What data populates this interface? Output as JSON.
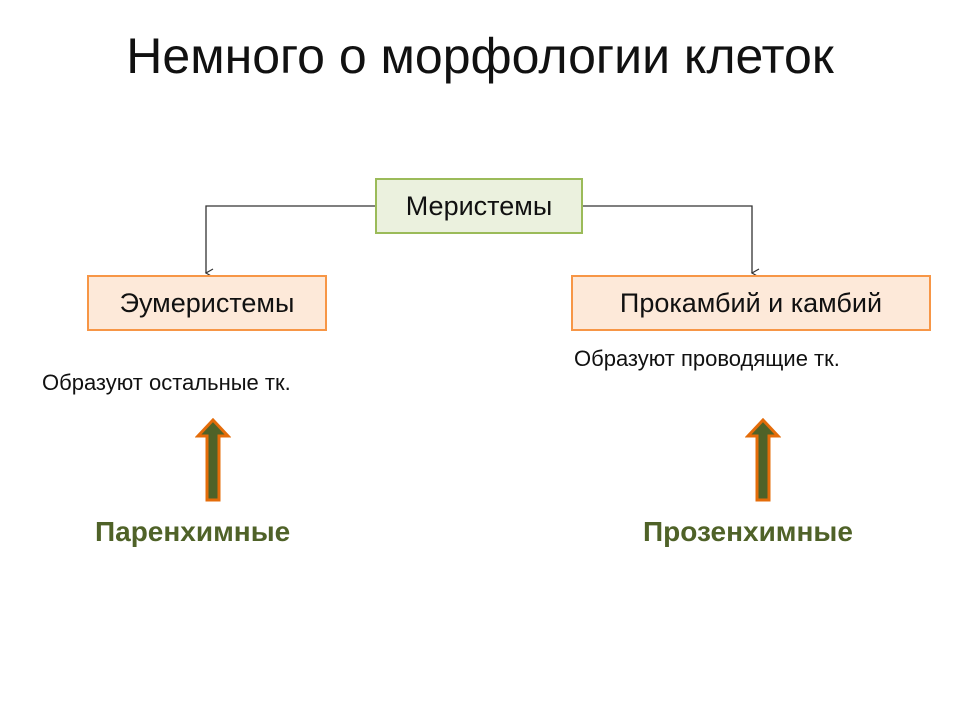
{
  "slide": {
    "title": "Немного о морфологии клеток"
  },
  "diagram": {
    "root": {
      "label": "Меристемы"
    },
    "children": [
      {
        "label": "Эумеристемы",
        "description": "Образуют остальные тк.",
        "tissue_type": "Паренхимные"
      },
      {
        "label": "Прокамбий и камбий",
        "description": "Образуют проводящие тк.",
        "tissue_type": "Прозенхимные"
      }
    ]
  },
  "colors": {
    "root_fill": "#ebf1de",
    "root_border": "#9bbb59",
    "child_fill": "#fde9d9",
    "child_border": "#f79646",
    "arrow_fill": "#4f6228",
    "arrow_outline": "#e46c0a",
    "tissue_text": "#4f6228"
  }
}
